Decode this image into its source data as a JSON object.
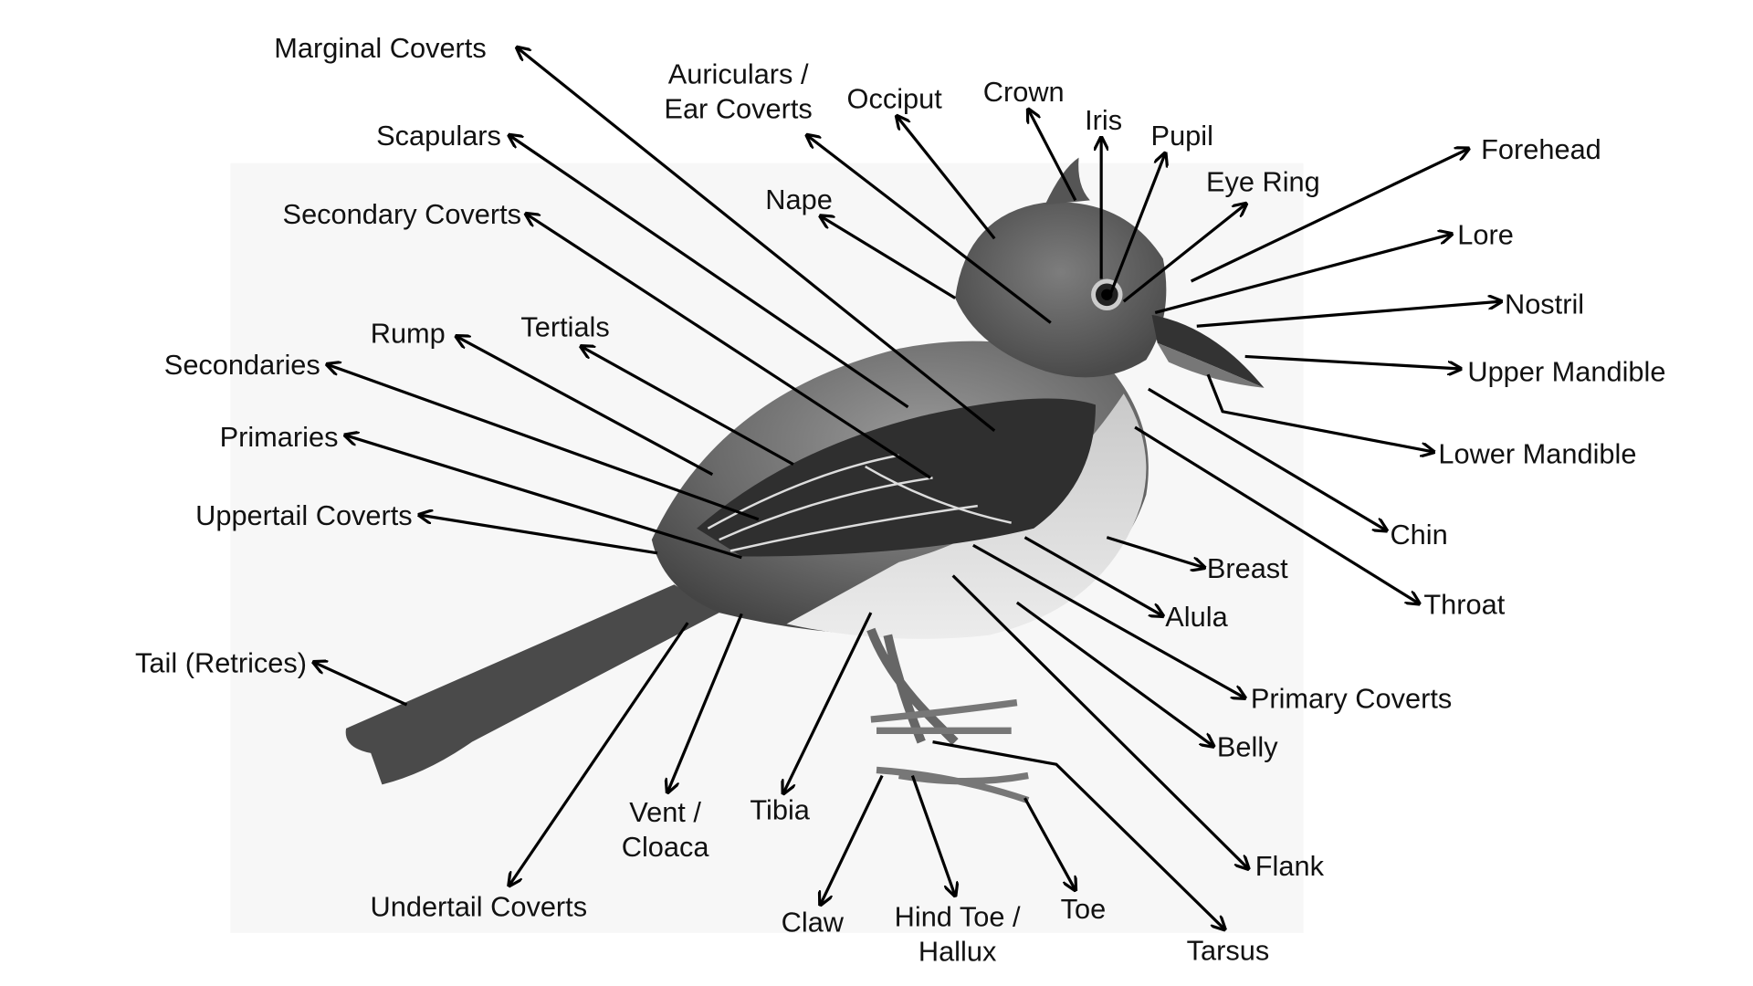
{
  "labels": [
    "Marginal Coverts",
    "Auriculars /",
    "Ear Coverts",
    "Occiput",
    "Crown",
    "Iris",
    "Pupil",
    "Eye Ring",
    "Forehead",
    "Lore",
    "Nostril",
    "Upper Mandible",
    "Lower Mandible",
    "Chin",
    "Throat",
    "Breast",
    "Alula",
    "Primary Coverts",
    "Belly",
    "Flank",
    "Tarsus",
    "Toe",
    "Hind Toe /",
    "Hallux",
    "Claw",
    "Tibia",
    "Vent /",
    "Cloaca",
    "Undertail Coverts",
    "Tail (Retrices)",
    "Uppertail Coverts",
    "Primaries",
    "Secondaries",
    "Rump",
    "Tertials",
    "Secondary Coverts",
    "Scapulars",
    "Nape"
  ],
  "colors": {
    "ink": "#111111",
    "bird_dark": "#3a3a3a",
    "bird_mid": "#8a8a8a",
    "bird_light": "#d8d8d8"
  }
}
